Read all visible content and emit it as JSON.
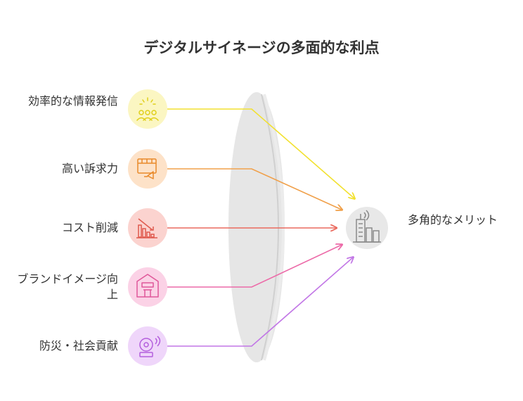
{
  "title": "デジタルサイネージの多面的な利点",
  "inputs": [
    {
      "label": "効率的な情報発信",
      "icon": "crowd-sparkle-icon",
      "color": "#f2e130",
      "bg": "#fbf6c2"
    },
    {
      "label": "高い訴求力",
      "icon": "billboard-megaphone-icon",
      "color": "#f0a04a",
      "bg": "#fde2c8"
    },
    {
      "label": "コスト削減",
      "icon": "declining-chart-icon",
      "color": "#ea6a5e",
      "bg": "#fbd3cf"
    },
    {
      "label": "ブランドイメージ向上",
      "icon": "storefront-icon",
      "color": "#ec6aa8",
      "bg": "#fbd2e6"
    },
    {
      "label": "防災・社会貢献",
      "icon": "alarm-bell-icon",
      "color": "#c277e6",
      "bg": "#efd6fa"
    }
  ],
  "output": {
    "label": "多角的なメリット",
    "icon": "city-signal-icon",
    "bg": "#e8e8e8"
  }
}
